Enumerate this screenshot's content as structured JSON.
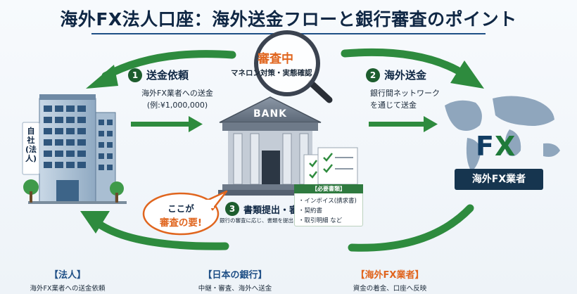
{
  "title": "海外FX法人口座：海外送金フローと銀行審査のポイント",
  "colors": {
    "navy": "#0f2744",
    "green": "#2e8b3e",
    "orange": "#e0651e",
    "blue": "#1e4f86"
  },
  "nodes": {
    "company": {
      "label": "自社(法人)",
      "icon": "office-building-icon"
    },
    "bank": {
      "sign": "BANK",
      "icon": "bank-building-icon"
    },
    "broker": {
      "logo_f": "F",
      "logo_x": "X",
      "label": "海外FX業者",
      "icon": "world-map-icon"
    }
  },
  "review": {
    "badge": "審査中",
    "subtitle": "マネロン対策・実態確認",
    "icon": "magnifier-icon"
  },
  "steps": [
    {
      "num": "1",
      "title": "送金依頼",
      "desc_lines": [
        "海外FX業者への送金",
        "(例:¥1,000,000)"
      ]
    },
    {
      "num": "2",
      "title": "海外送金",
      "desc_lines": [
        "銀行間ネットワーク",
        "を通じて送金"
      ]
    },
    {
      "num": "3",
      "title": "書類提出・審査",
      "desc_lines": [
        "銀行の審査に応じ、書類を提出"
      ]
    }
  ],
  "speech": {
    "line1": "ここが",
    "line2": "審査の要!"
  },
  "documents": {
    "title": "【必要書類】",
    "items": [
      "・インボイス(請求書)",
      "・契約書",
      "・取引明細 など"
    ],
    "icon": "document-checklist-icon"
  },
  "captions": [
    {
      "title": "【法人】",
      "desc": "海外FX業者への送金依頼"
    },
    {
      "title": "【日本の銀行】",
      "desc": "中継・審査、海外へ送金"
    },
    {
      "title": "【海外FX業者】",
      "desc": "資金の着金、口座へ反映"
    }
  ]
}
